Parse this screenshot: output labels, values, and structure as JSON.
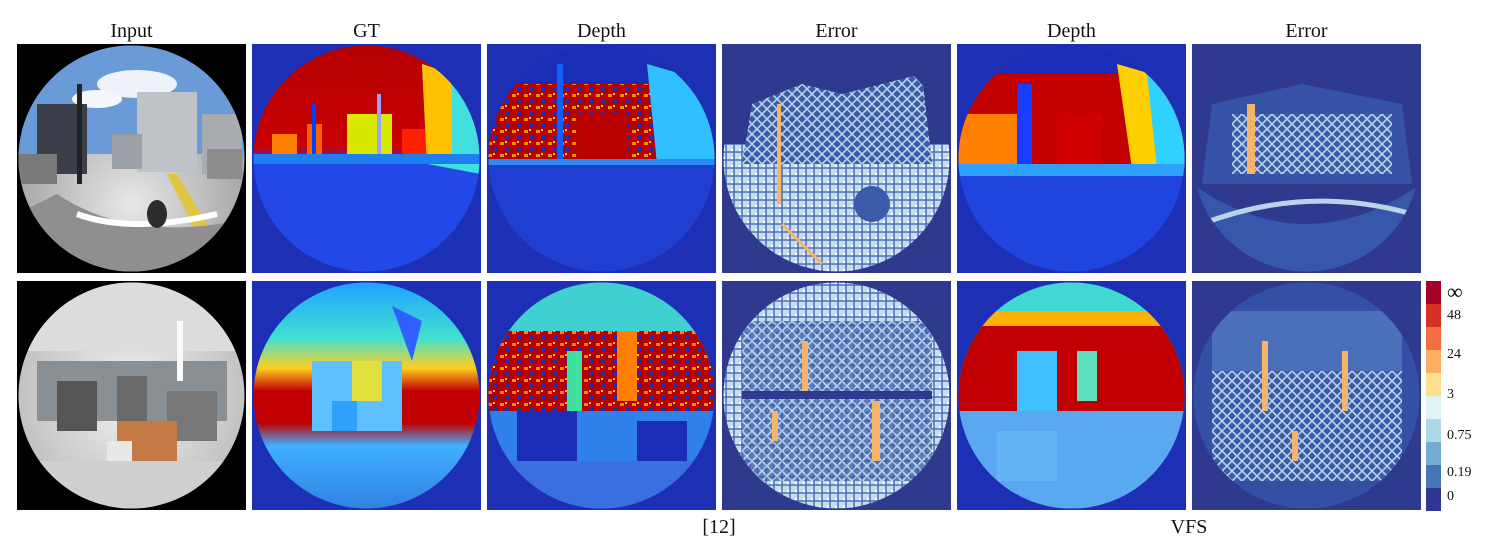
{
  "columns": [
    "Input",
    "GT",
    "Depth",
    "Error",
    "Depth",
    "Error"
  ],
  "methods": {
    "left": "[12]",
    "right": "VFS"
  },
  "colorbar": {
    "ticks": [
      "∞",
      "48",
      "24",
      "3",
      "0.75",
      "0.19",
      "0"
    ],
    "colors": [
      "#a50026",
      "#d73027",
      "#f46d43",
      "#fdae61",
      "#fee090",
      "#e0f3f8",
      "#abd9e9",
      "#74add1",
      "#4575b4",
      "#313695"
    ]
  },
  "palette": {
    "jet_bg": "#1d2fb4",
    "err_bg": "#2f3a8f"
  }
}
